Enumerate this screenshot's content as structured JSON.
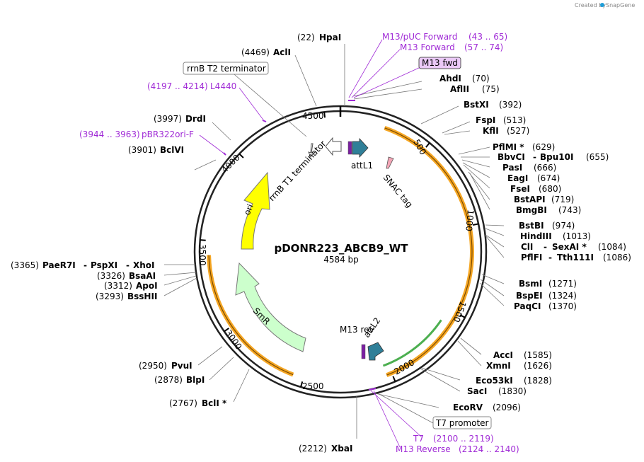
{
  "credit": "Created by",
  "credit_brand": "SnapGene",
  "plasmid": {
    "name": "pDONR223_ABCB9_WT",
    "size_label": "4584 bp"
  },
  "ticks": [
    "500",
    "1000",
    "1500",
    "2000",
    "2500",
    "3000",
    "3500",
    "4000",
    "4500"
  ],
  "features": {
    "ori": "ori",
    "smr": "SmR",
    "rrnb_t1": "rrnB T1 terminator",
    "attl1": "attL1",
    "snac": "SNAC tag",
    "m13rev": "M13 rev",
    "attl2": "attL2"
  },
  "boxed": {
    "rrnb_t2": "rrnB T2 terminator",
    "m13fwd": "M13 fwd",
    "t7prom": "T7 promoter"
  },
  "sites_right": [
    {
      "name": "HpaI",
      "pos": "(22)"
    },
    {
      "name": "AhdI",
      "pos": "(70)"
    },
    {
      "name": "AflII",
      "pos": "(75)"
    },
    {
      "name": "BstXI",
      "pos": "(392)"
    },
    {
      "name": "FspI",
      "pos": "(513)"
    },
    {
      "name": "KflI",
      "pos": "(527)"
    },
    {
      "name": "PflMI *",
      "pos": "(629)"
    },
    {
      "name": "BbvCI",
      "name2": "Bpu10I",
      "pos": "(655)"
    },
    {
      "name": "PasI",
      "pos": "(666)"
    },
    {
      "name": "EagI",
      "pos": "(674)"
    },
    {
      "name": "FseI",
      "pos": "(680)"
    },
    {
      "name": "BstAPI",
      "pos": "(719)"
    },
    {
      "name": "BmgBI",
      "pos": "(743)"
    },
    {
      "name": "BstBI",
      "pos": "(974)"
    },
    {
      "name": "HindIII",
      "pos": "(1013)"
    },
    {
      "name": "ClI",
      "name2": "SexAI *",
      "pos": "(1084)"
    },
    {
      "name": "PflFI",
      "name2": "Tth111I",
      "pos": "(1086)"
    },
    {
      "name": "BsmI",
      "pos": "(1271)"
    },
    {
      "name": "BspEI",
      "pos": "(1324)"
    },
    {
      "name": "PaqCI",
      "pos": "(1370)"
    },
    {
      "name": "AccI",
      "pos": "(1585)"
    },
    {
      "name": "XmnI",
      "pos": "(1626)"
    },
    {
      "name": "Eco53kI",
      "pos": "(1828)"
    },
    {
      "name": "SacI",
      "pos": "(1830)"
    },
    {
      "name": "EcoRV",
      "pos": "(2096)"
    },
    {
      "name": "XbaI",
      "pos": "(2212)"
    }
  ],
  "sites_left": [
    {
      "name": "AclI",
      "pos": "(4469)"
    },
    {
      "name": "DrdI",
      "pos": "(3997)"
    },
    {
      "name": "BclVI",
      "pos": "(3901)"
    },
    {
      "name": "PaeR7I",
      "name2": "PspXI",
      "name3": "XhoI",
      "pos": "(3365)"
    },
    {
      "name": "BsaAI",
      "pos": "(3326)"
    },
    {
      "name": "ApoI",
      "pos": "(3312)"
    },
    {
      "name": "BssHII",
      "pos": "(3293)"
    },
    {
      "name": "PvuI",
      "pos": "(2950)"
    },
    {
      "name": "BlpI",
      "pos": "(2878)"
    },
    {
      "name": "BclI *",
      "pos": "(2767)"
    }
  ],
  "primers": [
    {
      "name": "M13/pUC Forward",
      "pos": "(43 .. 65)"
    },
    {
      "name": "M13 Forward",
      "pos": "(57 .. 74)"
    },
    {
      "name": "L4440",
      "pos": "(4197 .. 4214)"
    },
    {
      "name": "pBR322ori-F",
      "pos": "(3944 .. 3963)"
    },
    {
      "name": "T7",
      "pos": "(2100 .. 2119)"
    },
    {
      "name": "M13 Reverse",
      "pos": "(2124 .. 2140)"
    }
  ],
  "colors": {
    "backbone": "#222222",
    "orange": "#f5a623",
    "green": "#4caf50",
    "ori": "#ffff00",
    "smr": "#ccffcc",
    "att": "#2f7f98",
    "purple": "#a02bd6"
  }
}
